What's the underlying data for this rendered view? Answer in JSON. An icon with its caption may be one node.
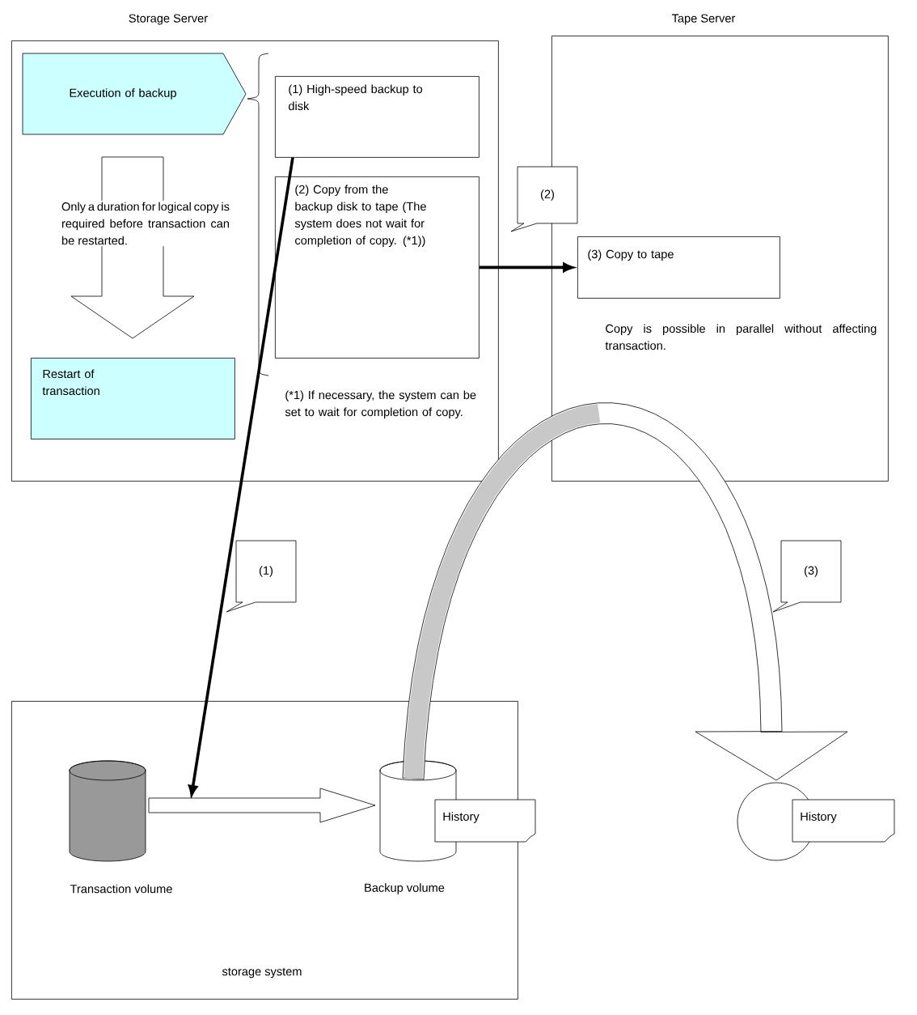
{
  "diagram": {
    "nodes": [
      {
        "text": [
          "Storage Server"
        ]
      },
      {
        "text": [
          "Execution of backup"
        ],
        "in": 0
      },
      {
        "text": [
          "(1) High-speed backup to disk"
        ],
        "in": 0
      },
      {
        "text": [
          "(2) Copy from the backup disk to tape (The system does not wait for completion of copy. (*1))"
        ],
        "in": 0
      },
      {
        "text": [
          "Restart of transaction"
        ],
        "in": 0
      },
      {
        "text": [
          "Tape Server"
        ]
      },
      {
        "text": [
          "(3) Copy to tape"
        ],
        "in": 5,
        "beside": [
          "Copy is possible in parallel without affecting transaction."
        ]
      },
      {
        "text": [
          "storage system"
        ]
      },
      {
        "text": [],
        "shape": "cylinder",
        "in": 7,
        "beside": [
          "Transaction volume"
        ]
      },
      {
        "text": [],
        "shape": "cylinder",
        "in": 7,
        "beside": [
          "Backup volume"
        ]
      },
      {
        "text": [
          "History"
        ]
      },
      {
        "text": [],
        "shape": "circle"
      },
      {
        "text": [
          "History"
        ]
      },
      {
        "text": [
          "(2)"
        ]
      },
      {
        "text": [
          "(1)"
        ]
      },
      {
        "text": [
          "(3)"
        ]
      }
    ],
    "edges": [
      {
        "from": 1,
        "to": 4,
        "arrow": "to",
        "label": "Only a duration for logical copy is required before transaction can be restarted."
      },
      {
        "from": 2,
        "to": null,
        "arrow": "to"
      },
      {
        "from": 3,
        "to": 6,
        "arrow": "to"
      },
      {
        "from": 8,
        "to": 9,
        "arrow": "to"
      },
      {
        "from": 9,
        "to": 11,
        "arrow": "to"
      }
    ],
    "labels": [
      "(*1) If necessary, the system can be set to wait for completion of copy."
    ]
  }
}
